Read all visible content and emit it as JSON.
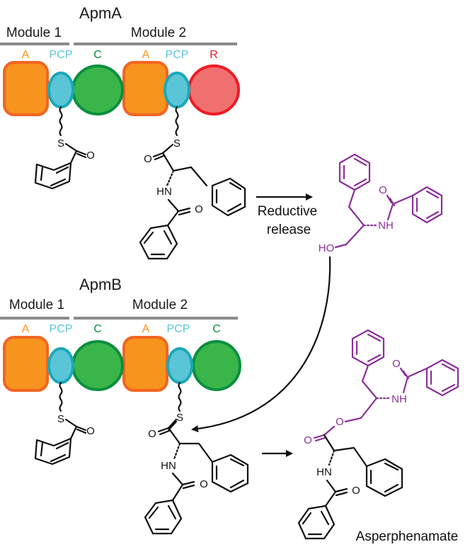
{
  "colors": {
    "A": "#f7941d",
    "A_stroke": "#f26522",
    "PCP": "#5bc5d8",
    "PCP_stroke": "#1ba8b8",
    "C": "#39b54a",
    "C_stroke": "#0b8f3e",
    "R": "#f07070",
    "R_stroke": "#ed1c24",
    "product": "#8b2f9a",
    "divider": "#8c8c8c"
  },
  "apmA": {
    "title": "ApmA",
    "module1": "Module 1",
    "module2": "Module 2",
    "domains": [
      "A",
      "PCP",
      "C",
      "A",
      "PCP",
      "R"
    ]
  },
  "apmB": {
    "title": "ApmB",
    "module1": "Module 1",
    "module2": "Module 2",
    "domains": [
      "A",
      "PCP",
      "C",
      "A",
      "PCP",
      "C"
    ]
  },
  "reaction": {
    "label_line1": "Reductive",
    "label_line2": "release"
  },
  "atoms": {
    "S": "S",
    "O": "O",
    "NH": "NH",
    "HN": "HN",
    "HO": "HO"
  },
  "final_product": "Asperphenamate"
}
